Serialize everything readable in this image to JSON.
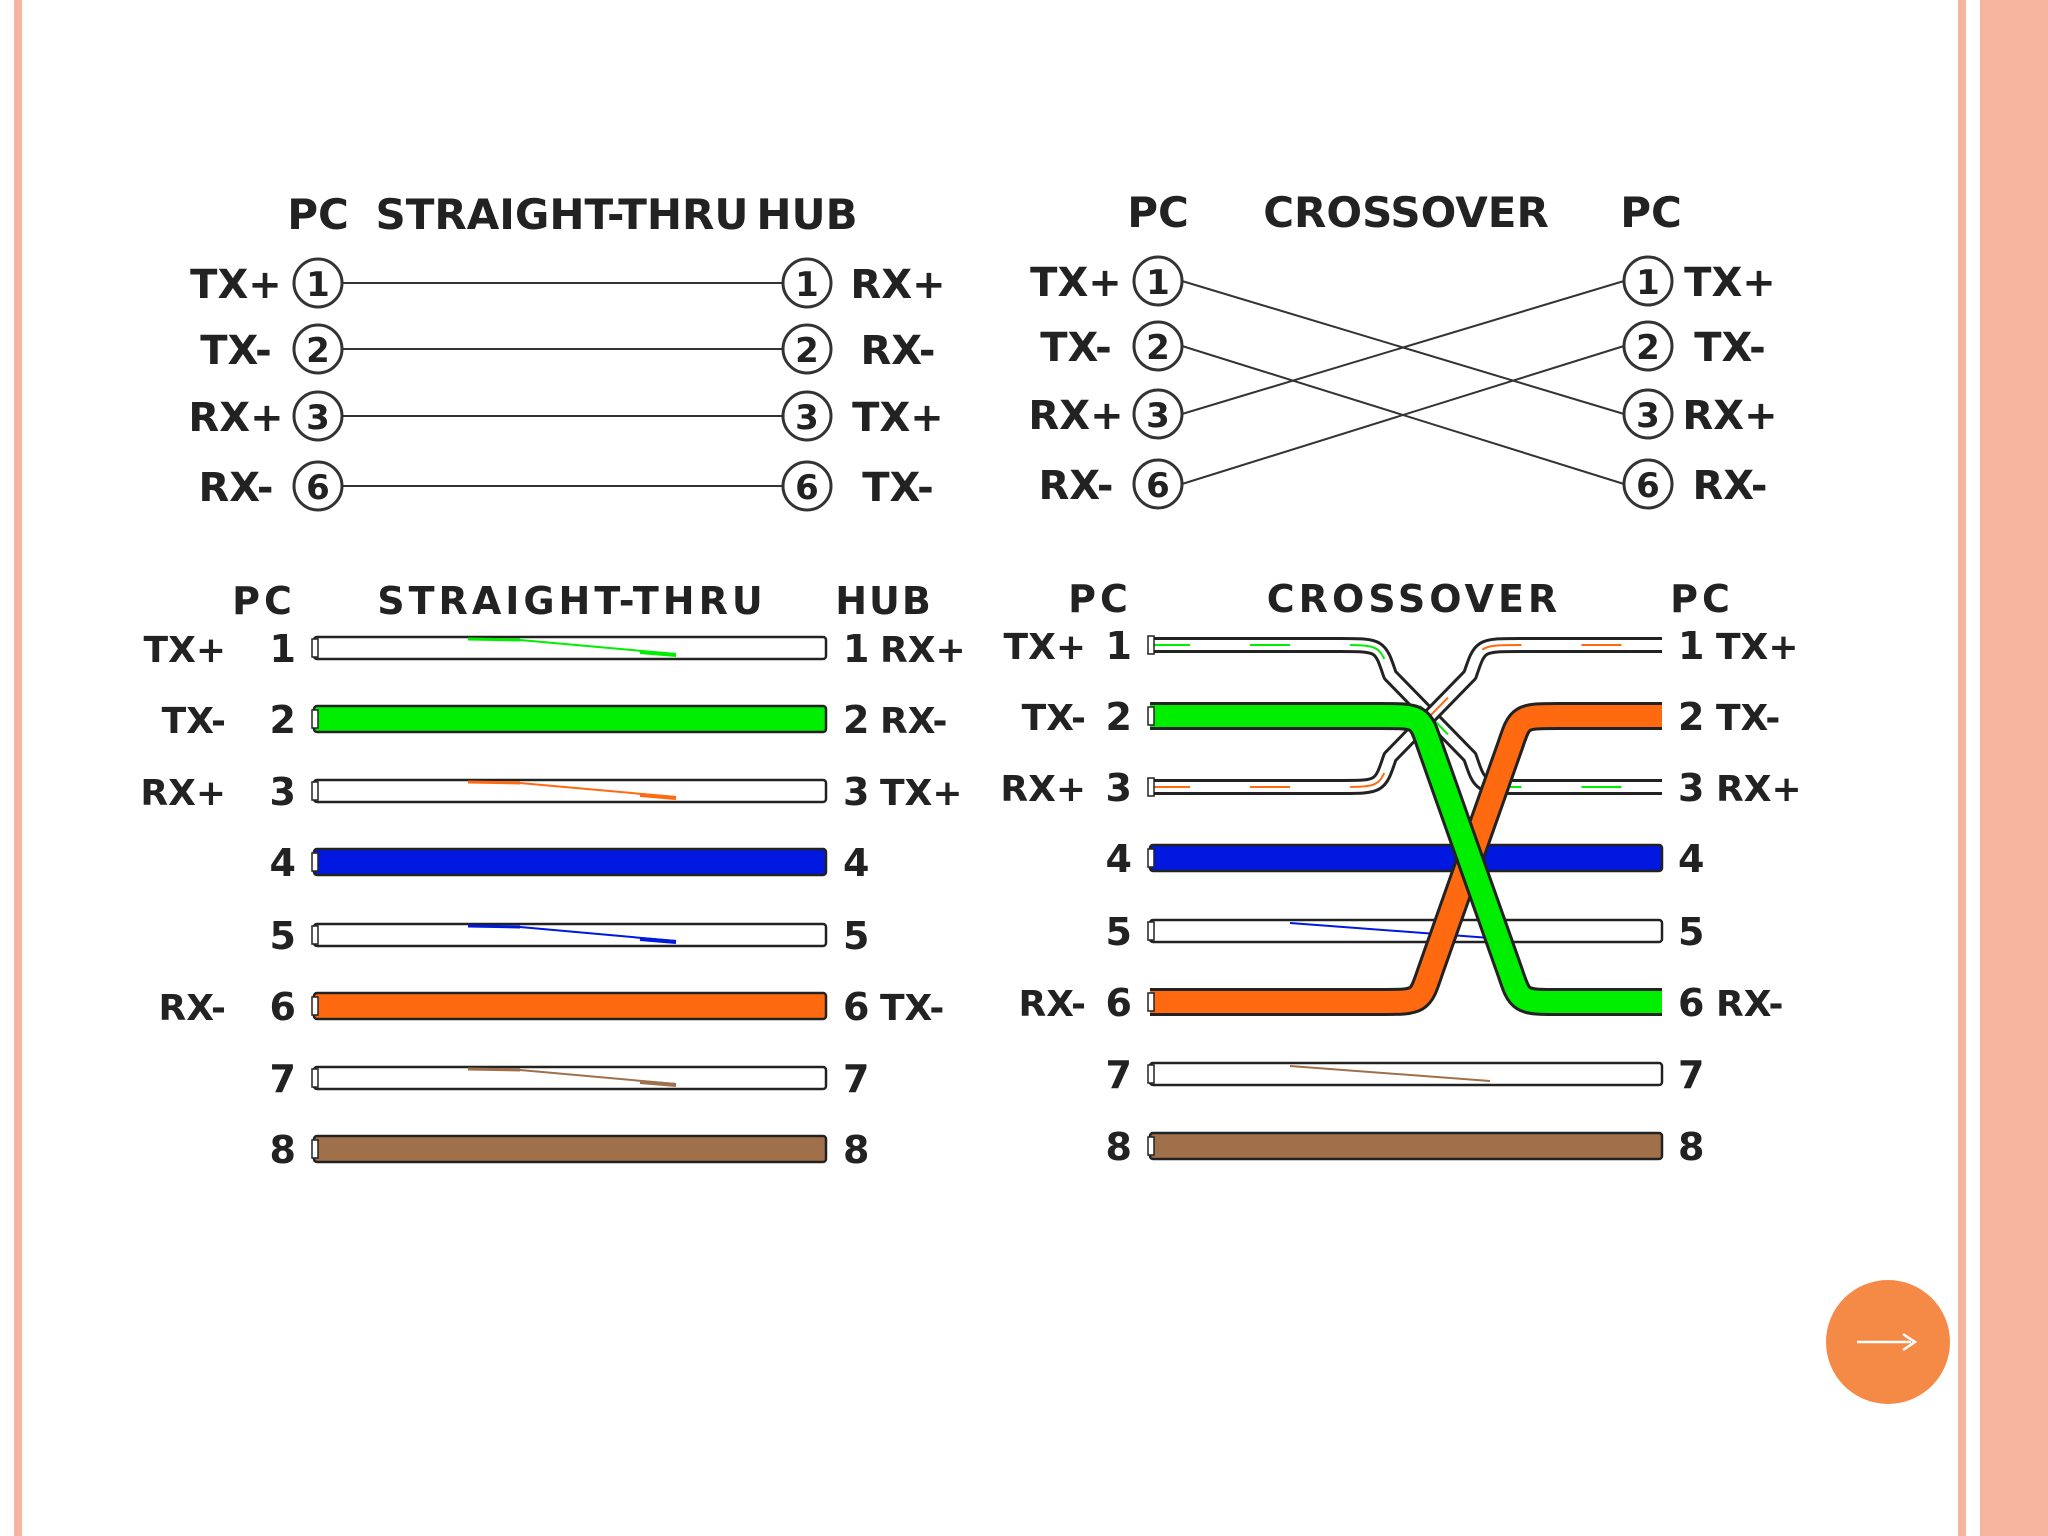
{
  "colors": {
    "frame": "#f7b49f",
    "green": "#00ee00",
    "orange": "#ff6a10",
    "blue": "#0018e0",
    "brown": "#a0704a",
    "nav_button": "#f58a47"
  },
  "top_left": {
    "header_left": "PC",
    "title": "STRAIGHT-THRU",
    "header_right": "HUB",
    "rows": [
      {
        "left_label": "TX+",
        "left_pin": "1",
        "right_pin": "1",
        "right_label": "RX+"
      },
      {
        "left_label": "TX-",
        "left_pin": "2",
        "right_pin": "2",
        "right_label": "RX-"
      },
      {
        "left_label": "RX+",
        "left_pin": "3",
        "right_pin": "3",
        "right_label": "TX+"
      },
      {
        "left_label": "RX-",
        "left_pin": "6",
        "right_pin": "6",
        "right_label": "TX-"
      }
    ]
  },
  "top_right": {
    "header_left": "PC",
    "title": "CROSSOVER",
    "header_right": "PC",
    "rows": [
      {
        "left_label": "TX+",
        "left_pin": "1",
        "right_pin": "1",
        "right_label": "TX+"
      },
      {
        "left_label": "TX-",
        "left_pin": "2",
        "right_pin": "2",
        "right_label": "TX-"
      },
      {
        "left_label": "RX+",
        "left_pin": "3",
        "right_pin": "3",
        "right_label": "RX+"
      },
      {
        "left_label": "RX-",
        "left_pin": "6",
        "right_pin": "6",
        "right_label": "RX-"
      }
    ]
  },
  "bottom_left": {
    "header_left": "PC",
    "title": "STRAIGHT-THRU",
    "header_right": "HUB",
    "wires": [
      {
        "left_label": "TX+",
        "pin": "1",
        "right_label": "RX+",
        "color": "green",
        "striped": true
      },
      {
        "left_label": "TX-",
        "pin": "2",
        "right_label": "RX-",
        "color": "green",
        "striped": false
      },
      {
        "left_label": "RX+",
        "pin": "3",
        "right_label": "TX+",
        "color": "orange",
        "striped": true
      },
      {
        "left_label": "",
        "pin": "4",
        "right_label": "",
        "color": "blue",
        "striped": false
      },
      {
        "left_label": "",
        "pin": "5",
        "right_label": "",
        "color": "blue",
        "striped": true
      },
      {
        "left_label": "RX-",
        "pin": "6",
        "right_label": "TX-",
        "color": "orange",
        "striped": false
      },
      {
        "left_label": "",
        "pin": "7",
        "right_label": "",
        "color": "brown",
        "striped": true
      },
      {
        "left_label": "",
        "pin": "8",
        "right_label": "",
        "color": "brown",
        "striped": false
      }
    ]
  },
  "bottom_right": {
    "header_left": "PC",
    "title": "CROSSOVER",
    "header_right": "PC",
    "left_labels": [
      "TX+",
      "TX-",
      "RX+",
      "",
      "",
      "RX-",
      "",
      ""
    ],
    "left_pins": [
      "1",
      "2",
      "3",
      "4",
      "5",
      "6",
      "7",
      "8"
    ],
    "right_pins": [
      "1",
      "2",
      "3",
      "4",
      "5",
      "6",
      "7",
      "8"
    ],
    "right_labels": [
      "TX+",
      "TX-",
      "RX+",
      "",
      "",
      "RX-",
      "",
      ""
    ],
    "wires": [
      {
        "from_pin": 1,
        "to_pin": 3,
        "color": "green",
        "striped": true
      },
      {
        "from_pin": 2,
        "to_pin": 6,
        "color": "green",
        "striped": false
      },
      {
        "from_pin": 3,
        "to_pin": 1,
        "color": "orange",
        "striped": true
      },
      {
        "from_pin": 4,
        "to_pin": 4,
        "color": "blue",
        "striped": false
      },
      {
        "from_pin": 5,
        "to_pin": 5,
        "color": "blue",
        "striped": true
      },
      {
        "from_pin": 6,
        "to_pin": 2,
        "color": "orange",
        "striped": false
      },
      {
        "from_pin": 7,
        "to_pin": 7,
        "color": "brown",
        "striped": true
      },
      {
        "from_pin": 8,
        "to_pin": 8,
        "color": "brown",
        "striped": false
      }
    ]
  },
  "nav": {
    "next_icon": "arrow-right-icon"
  }
}
